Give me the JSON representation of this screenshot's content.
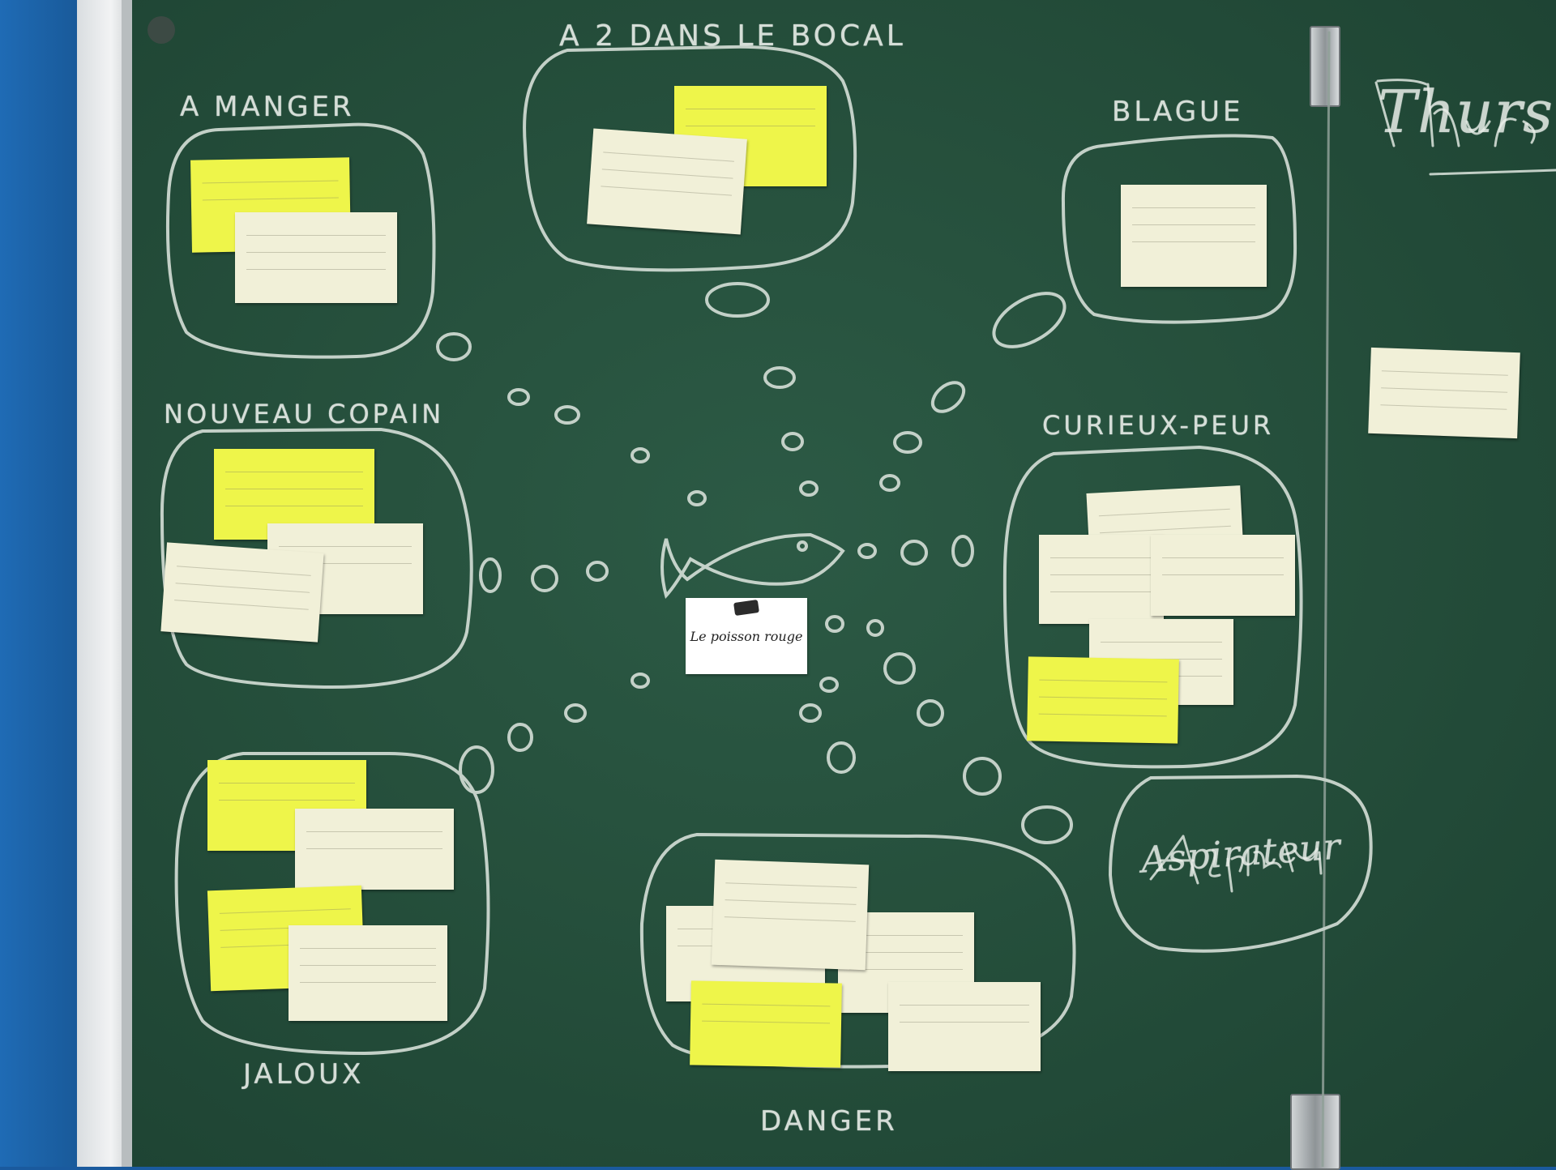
{
  "board": {
    "title": "A 2 DANS LE BOCAL",
    "center_card": "Le poisson rouge",
    "right_panel_word": "Thurs"
  },
  "categories": {
    "a_manger": "A MANGER",
    "blague": "BLAGUE",
    "nouveau_copain": "NOUVEAU COPAIN",
    "curieux_peur": "CURIEUX-PEUR",
    "jaloux": "JALOUX",
    "danger": "DANGER",
    "aspirateur": "Aspirateur"
  },
  "colors": {
    "chalkboard": "#244d3a",
    "chalk": "#e9eee9",
    "sticky_yellow": "#eef54a",
    "sticky_cream": "#f1f0d8",
    "wall_blue": "#1f6bb5"
  }
}
